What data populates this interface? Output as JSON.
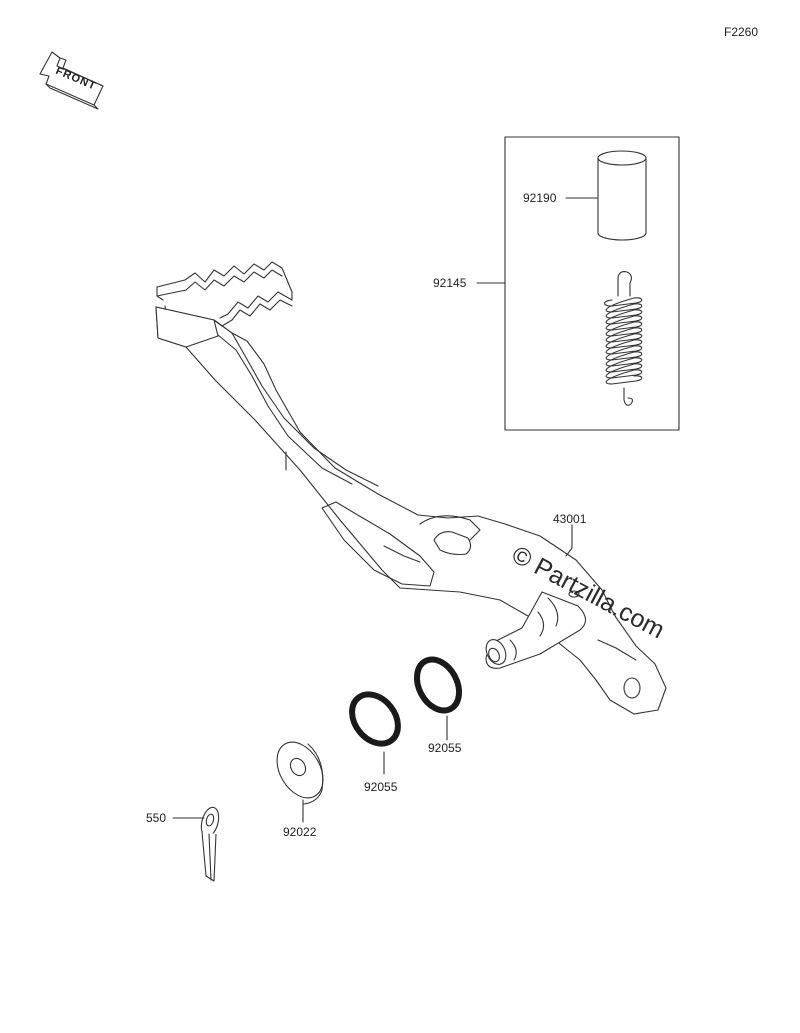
{
  "figure_code": "F2260",
  "front_label": "FRONT",
  "watermark": "© Partzilla.com",
  "parts": {
    "kit_box": "92145",
    "sleeve": "92190",
    "pedal": "43001",
    "seal_right": "92055",
    "seal_left": "92055",
    "washer": "92022",
    "cotter_pin": "550"
  }
}
